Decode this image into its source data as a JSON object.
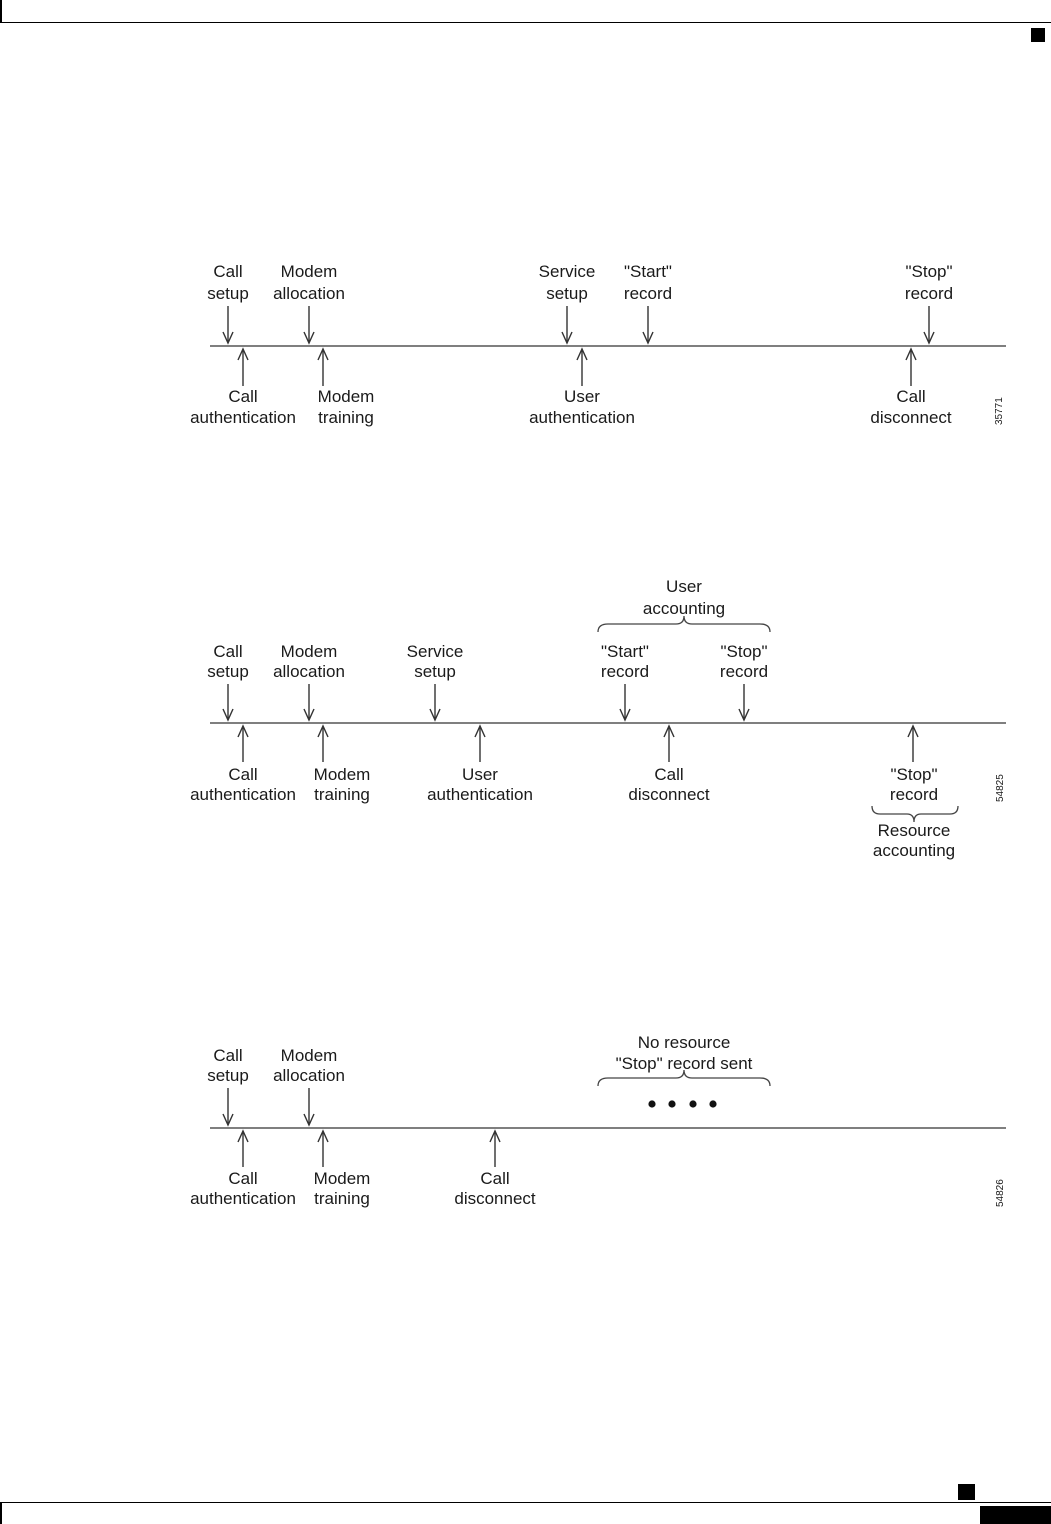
{
  "diagram1": {
    "figure_id": "35771",
    "above": [
      {
        "l1": "Call",
        "l2": "setup"
      },
      {
        "l1": "Modem",
        "l2": "allocation"
      },
      {
        "l1": "Service",
        "l2": "setup"
      },
      {
        "l1": "\"Start\"",
        "l2": "record"
      },
      {
        "l1": "\"Stop\"",
        "l2": "record"
      }
    ],
    "below": [
      {
        "l1": "Call",
        "l2": "authentication"
      },
      {
        "l1": "Modem",
        "l2": "training"
      },
      {
        "l1": "User",
        "l2": "authentication"
      },
      {
        "l1": "Call",
        "l2": "disconnect"
      }
    ]
  },
  "diagram2": {
    "figure_id": "54825",
    "group_label_l1": "User",
    "group_label_l2": "accounting",
    "above": [
      {
        "l1": "Call",
        "l2": "setup"
      },
      {
        "l1": "Modem",
        "l2": "allocation"
      },
      {
        "l1": "Service",
        "l2": "setup"
      },
      {
        "l1": "\"Start\"",
        "l2": "record"
      },
      {
        "l1": "\"Stop\"",
        "l2": "record"
      }
    ],
    "below": [
      {
        "l1": "Call",
        "l2": "authentication"
      },
      {
        "l1": "Modem",
        "l2": "training"
      },
      {
        "l1": "User",
        "l2": "authentication"
      },
      {
        "l1": "Call",
        "l2": "disconnect"
      },
      {
        "l1": "\"Stop\"",
        "l2": "record"
      }
    ],
    "resource_label_l1": "Resource",
    "resource_label_l2": "accounting"
  },
  "diagram3": {
    "figure_id": "54826",
    "note_l1": "No resource",
    "note_l2": "\"Stop\" record sent",
    "above": [
      {
        "l1": "Call",
        "l2": "setup"
      },
      {
        "l1": "Modem",
        "l2": "allocation"
      }
    ],
    "below": [
      {
        "l1": "Call",
        "l2": "authentication"
      },
      {
        "l1": "Modem",
        "l2": "training"
      },
      {
        "l1": "Call",
        "l2": "disconnect"
      }
    ]
  }
}
